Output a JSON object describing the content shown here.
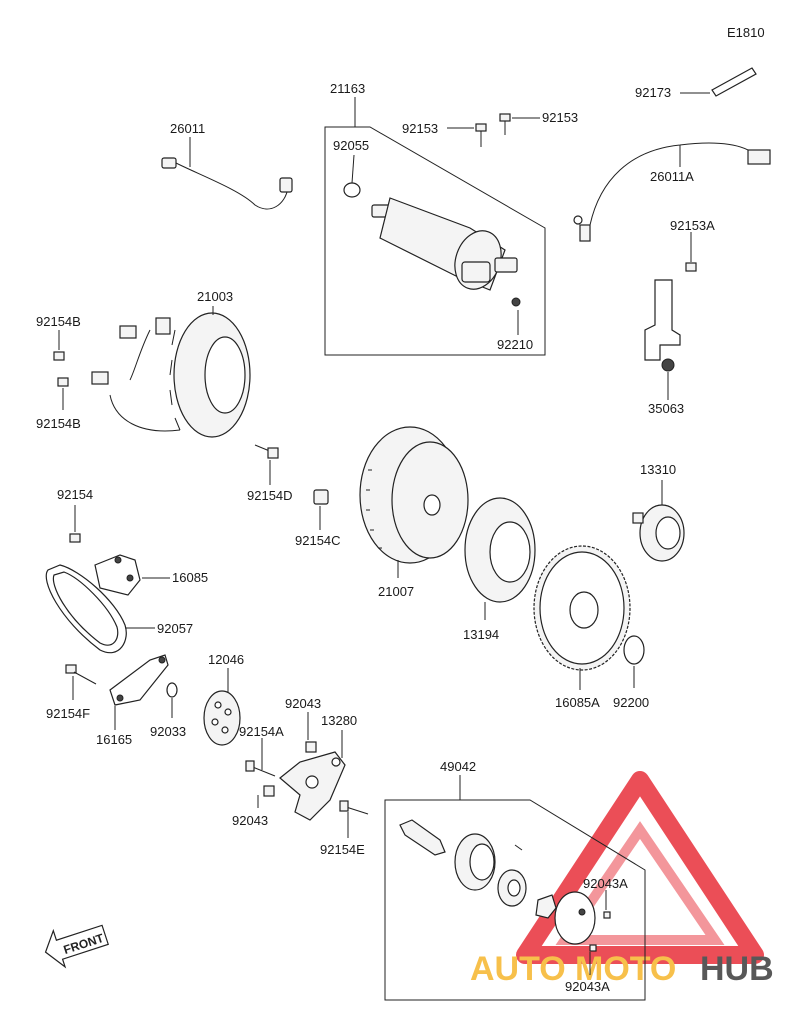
{
  "diagram_code": "E1810",
  "front_label": "FRONT",
  "watermark": {
    "text_auto": "AUTO",
    "text_moto": "MOTO",
    "text_hub": "HUB",
    "color_auto": "#f6b62c",
    "color_moto": "#f6b62c",
    "color_hub": "#3b3b3b",
    "triangle_color": "#e8303a"
  },
  "parts": {
    "p21163": "21163",
    "p92055": "92055",
    "p92153_a": "92153",
    "p92153_b": "92153",
    "p92210": "92210",
    "p92173": "92173",
    "p26011": "26011",
    "p26011A": "26011A",
    "p92153A": "92153A",
    "p35063": "35063",
    "p21003": "21003",
    "p92154B_top": "92154B",
    "p92154B_bot": "92154B",
    "p92154D": "92154D",
    "p92154C": "92154C",
    "p21007": "21007",
    "p13310": "13310",
    "p13194": "13194",
    "p16085A": "16085A",
    "p92200": "92200",
    "p92154": "92154",
    "p16085": "16085",
    "p92057": "92057",
    "p92154F": "92154F",
    "p16165": "16165",
    "p92033": "92033",
    "p12046": "12046",
    "p92043_top": "92043",
    "p92154A": "92154A",
    "p13280": "13280",
    "p92043_bot": "92043",
    "p92154E": "92154E",
    "p49042": "49042",
    "p92043A_top": "92043A",
    "p92043A_bot": "92043A"
  }
}
